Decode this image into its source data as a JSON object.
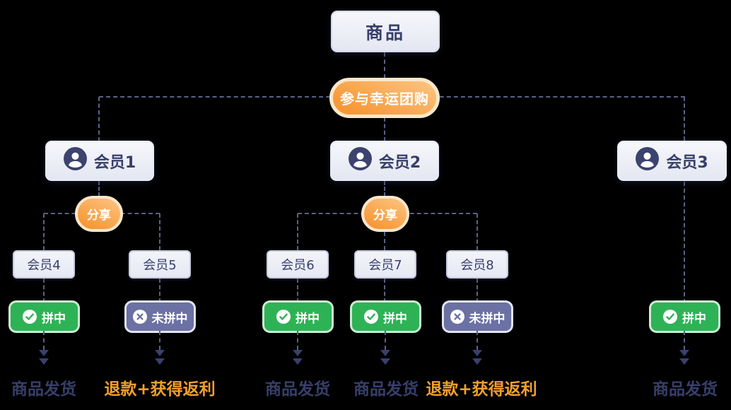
{
  "colors": {
    "navy": "#383f6b",
    "dash_line": "#5a6186",
    "green": "#2db355",
    "purple": "#6b71a3",
    "orange": "#f79d3b",
    "orange_text": "#f5a02f"
  },
  "icons": {
    "member": "person-icon",
    "win": "check-circle-icon",
    "lose": "cross-circle-icon",
    "flow": "arrow-down-icon"
  },
  "root": {
    "label": "商品"
  },
  "join_pill": {
    "label": "参与幸运团购"
  },
  "members": [
    {
      "label": "会员1"
    },
    {
      "label": "会员2"
    },
    {
      "label": "会员3"
    }
  ],
  "share_pills": [
    {
      "label": "分享"
    },
    {
      "label": "分享"
    }
  ],
  "sub_members": [
    {
      "label": "会员4"
    },
    {
      "label": "会员5"
    },
    {
      "label": "会员6"
    },
    {
      "label": "会员7"
    },
    {
      "label": "会员8"
    }
  ],
  "badges": [
    {
      "status": "win",
      "label": "拼中"
    },
    {
      "status": "lose",
      "label": "未拼中"
    },
    {
      "status": "win",
      "label": "拼中"
    },
    {
      "status": "win",
      "label": "拼中"
    },
    {
      "status": "lose",
      "label": "未拼中"
    },
    {
      "status": "win",
      "label": "拼中"
    }
  ],
  "outcomes": [
    {
      "type": "ship",
      "label": "商品发货"
    },
    {
      "type": "refund",
      "label": "退款+获得返利"
    },
    {
      "type": "ship",
      "label": "商品发货"
    },
    {
      "type": "ship",
      "label": "商品发货"
    },
    {
      "type": "refund",
      "label": "退款+获得返利"
    },
    {
      "type": "ship",
      "label": "商品发货"
    }
  ]
}
